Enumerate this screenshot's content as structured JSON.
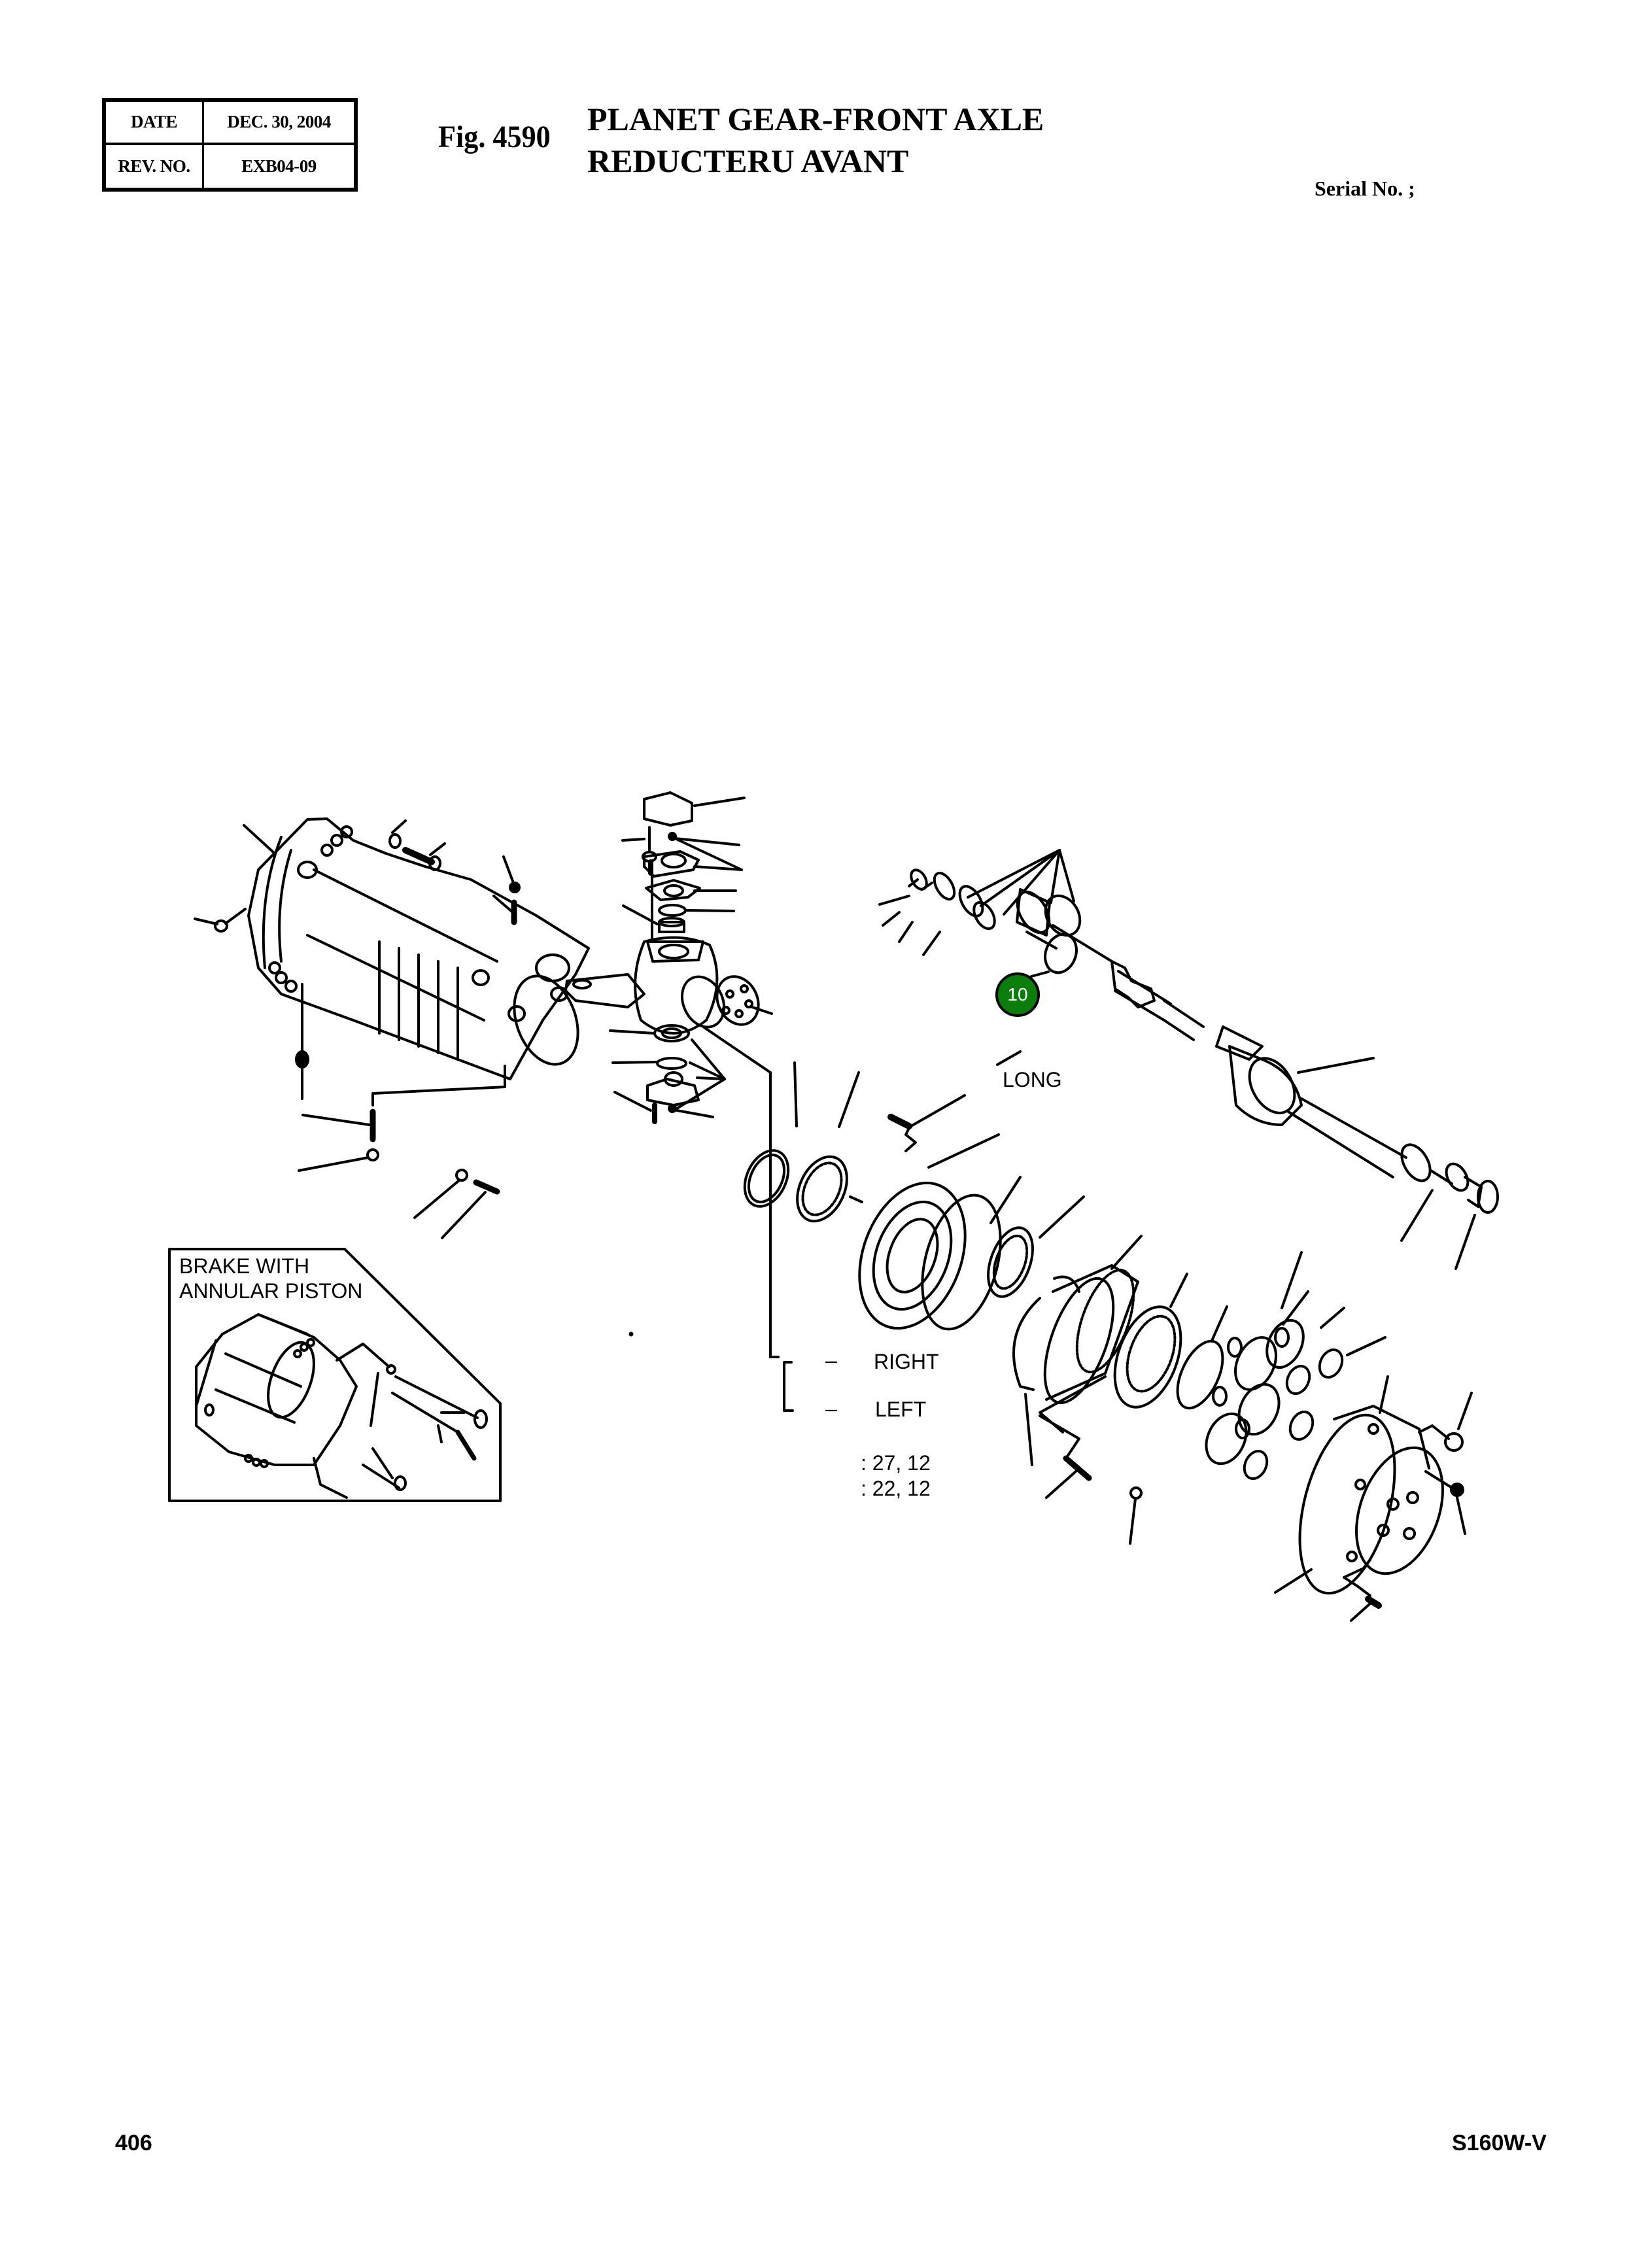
{
  "header": {
    "table": {
      "date_label": "DATE",
      "date_value": "DEC. 30, 2004",
      "rev_label": "REV. NO.",
      "rev_value": "EXB04-09"
    },
    "fig_number": "Fig. 4590",
    "title_en": "PLANET GEAR-FRONT AXLE",
    "title_fr": "REDUCTERU AVANT",
    "serial_label": "Serial No. ;"
  },
  "diagram": {
    "inset_label_line1": "BRAKE WITH",
    "inset_label_line2": "ANNULAR PISTON",
    "long_label": "LONG",
    "right_dash": "–",
    "right_label": "RIGHT",
    "left_dash": "–",
    "left_label": "LEFT",
    "ratio_right": ": 27, 12",
    "ratio_left": ": 22, 12",
    "callout_marker": {
      "number": "10",
      "color": "#0b7d0b"
    }
  },
  "footer": {
    "page_number": "406",
    "model": "S160W-V"
  }
}
